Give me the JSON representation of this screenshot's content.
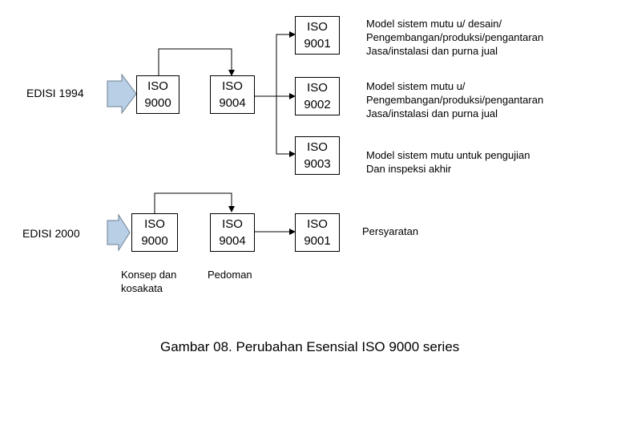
{
  "editions": {
    "e1994": "EDISI 1994",
    "e2000": "EDISI 2000"
  },
  "boxes_1994": {
    "iso9000": [
      "ISO",
      "9000"
    ],
    "iso9004": [
      "ISO",
      "9004"
    ],
    "iso9001": [
      "ISO",
      "9001"
    ],
    "iso9002": [
      "ISO",
      "9002"
    ],
    "iso9003": [
      "ISO",
      "9003"
    ]
  },
  "boxes_2000": {
    "iso9000": [
      "ISO",
      "9000"
    ],
    "iso9004": [
      "ISO",
      "9004"
    ],
    "iso9001": [
      "ISO",
      "9001"
    ]
  },
  "descriptions": {
    "d9001": [
      "Model sistem mutu u/ desain/",
      "Pengembangan/produksi/pengantaran",
      "Jasa/instalasi dan purna jual"
    ],
    "d9002": [
      "Model sistem mutu u/",
      "Pengembangan/produksi/pengantaran",
      "Jasa/instalasi dan purna jual"
    ],
    "d9003": [
      "Model sistem mutu untuk pengujian",
      "Dan inspeksi akhir"
    ],
    "d2000_9001": [
      "Persyaratan"
    ]
  },
  "sublabels": {
    "konsep": [
      "Konsep dan",
      "kosakata"
    ],
    "pedoman": [
      "Pedoman"
    ]
  },
  "caption": "Gambar 08. Perubahan Esensial ISO 9000 series",
  "colors": {
    "arrow_fill": "#b8cfe6",
    "arrow_stroke": "#6e7f93",
    "line": "#000000"
  }
}
